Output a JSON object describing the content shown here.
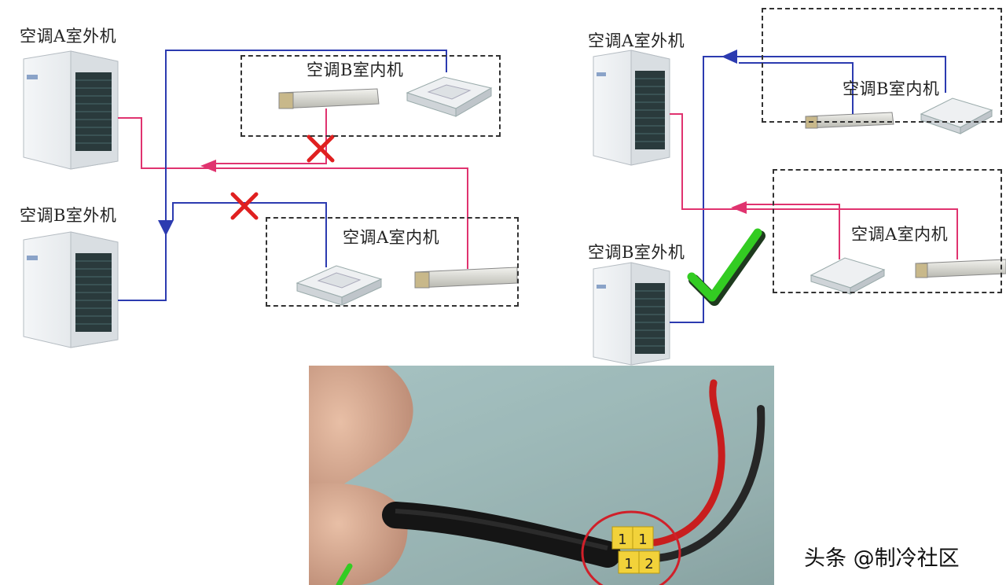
{
  "labels": {
    "left_outdoor_a": "空调A室外机",
    "left_outdoor_b": "空调B室外机",
    "left_indoor_b": "空调B室内机",
    "left_indoor_a": "空调A室内机",
    "right_outdoor_a": "空调A室外机",
    "right_outdoor_b": "空调B室外机",
    "right_indoor_b": "空调B室内机",
    "right_indoor_a": "空调A室内机"
  },
  "photo": {
    "tag_labels": [
      "1",
      "1",
      "1",
      "2"
    ]
  },
  "watermark": "头条 @制冷社区",
  "colors": {
    "pipe_red": "#e0336f",
    "pipe_blue": "#2c3bb0",
    "cross": "#e02020",
    "check": "#33cc22"
  },
  "icons": {
    "wrong": "red-cross-icon",
    "correct": "green-check-icon"
  }
}
